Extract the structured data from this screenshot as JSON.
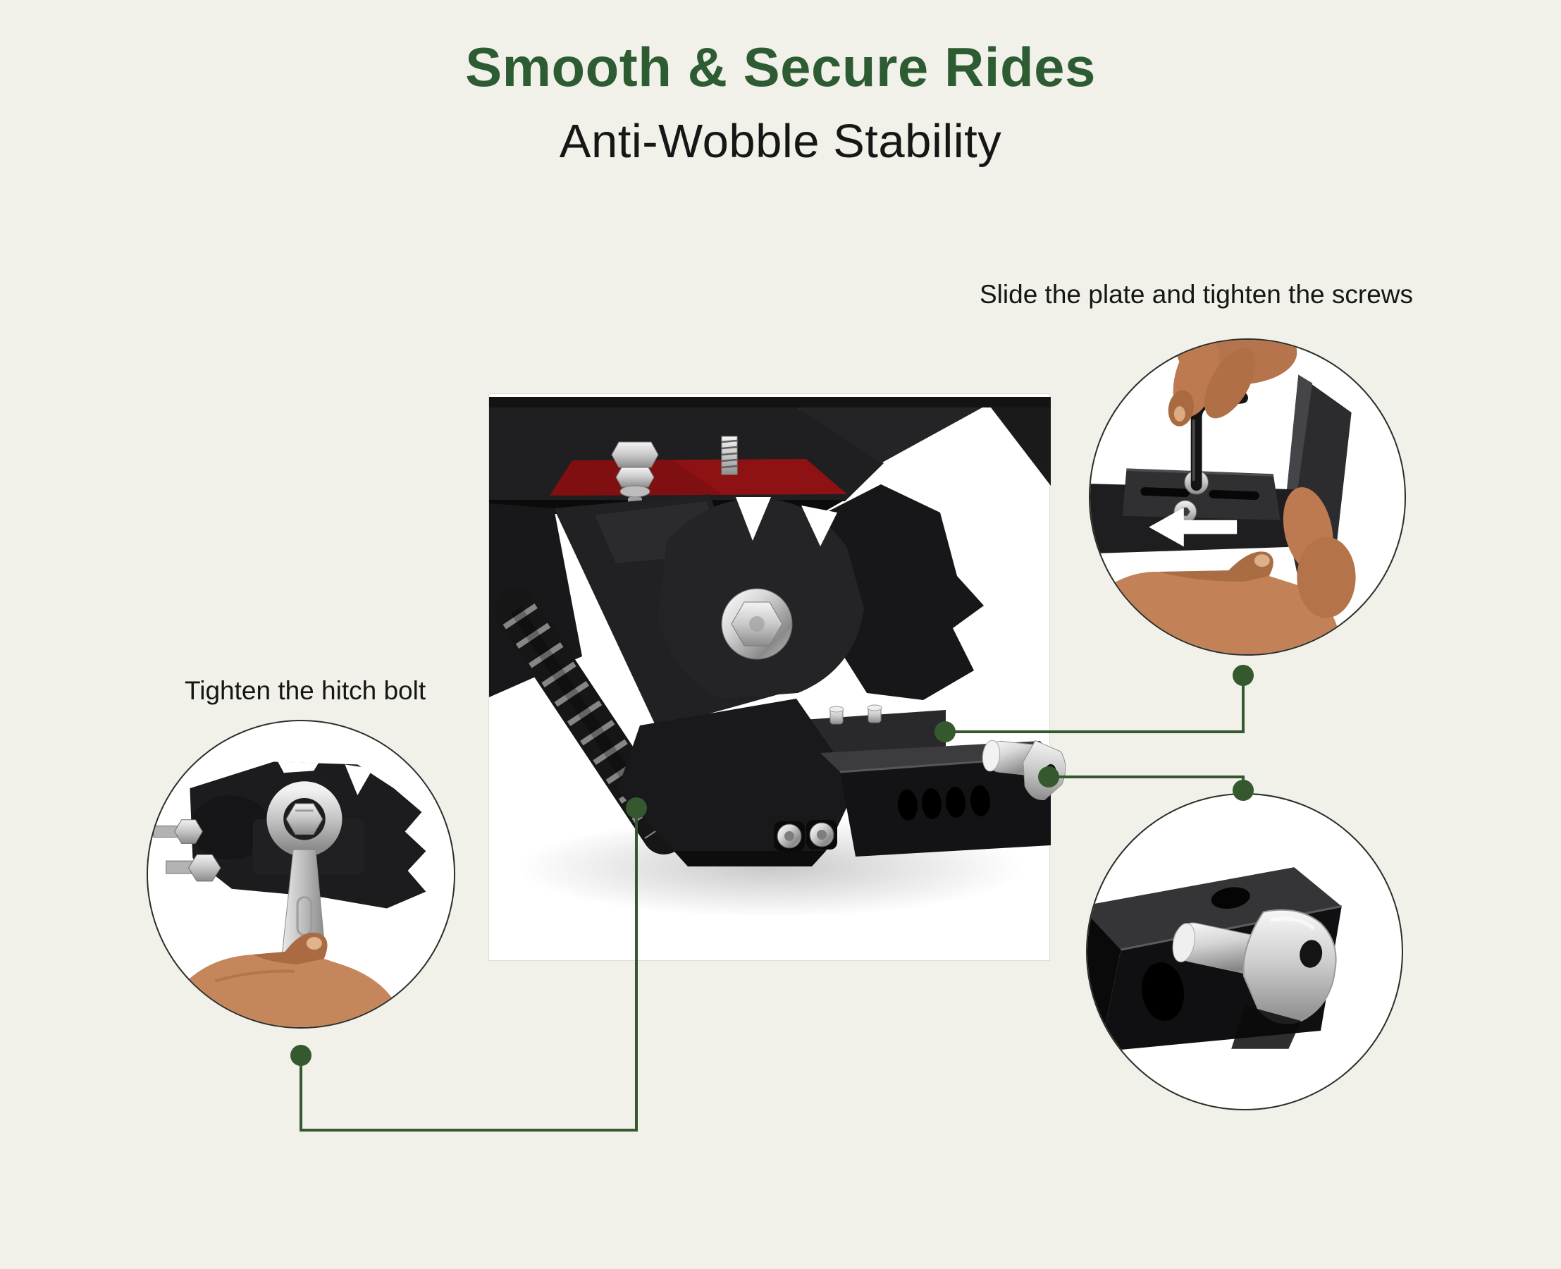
{
  "theme": {
    "background": "#f1f1ea",
    "title_color": "#2d5c33",
    "text_color": "#161616",
    "connector_color": "#35582f",
    "red_accent": "#8e1113",
    "circle_outline": "#2a2f29",
    "photo_bg": "#ffffff"
  },
  "header": {
    "title": "Smooth & Secure Rides",
    "subtitle": "Anti-Wobble Stability"
  },
  "callouts": {
    "slide_plate": {
      "label": "Slide the plate and tighten the screws"
    },
    "hitch_bolt": {
      "label": "Tighten the hitch bolt"
    }
  }
}
